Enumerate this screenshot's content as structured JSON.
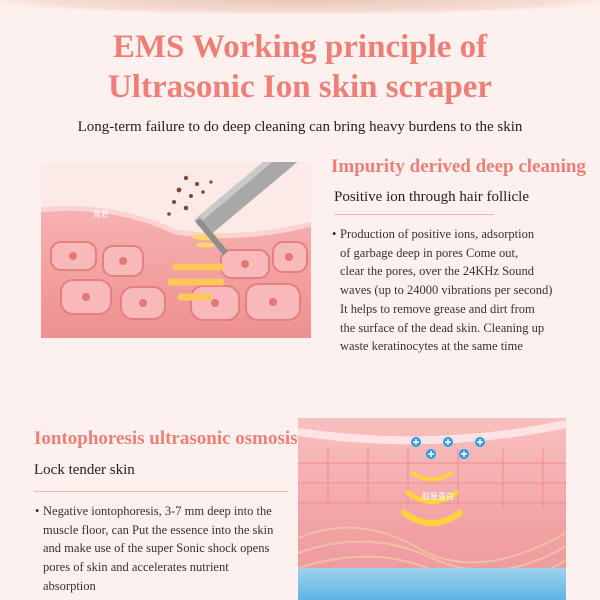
{
  "header": {
    "title_line1": "EMS Working principle of",
    "title_line2": "Ultrasonic Ion skin scraper",
    "subtitle": "Long-term failure to do deep cleaning can bring heavy burdens to the skin"
  },
  "section1": {
    "heading": "Impurity derived deep cleaning",
    "lead": "Positive ion through hair follicle",
    "body": [
      "Production of positive ions, adsorption",
      "of garbage deep in pores Come out,",
      "clear the pores, over the 24KHz Sound",
      "waves (up to 24000 vibrations per second)",
      "It helps to remove grease and dirt from",
      "the surface of the dead skin. Cleaning up",
      "waste keratinocytes at the same time"
    ],
    "image_label": "角质"
  },
  "section2": {
    "heading": "Iontophoresis ultrasonic osmosis",
    "lead": "Lock tender skin",
    "body": [
      "Negative iontophoresis, 3-7 mm deep into the",
      "muscle floor, can Put the essence into the skin",
      "and make use of the super Sonic shock opens",
      "pores of skin and accelerates nutrient",
      "absorption"
    ],
    "image_label": "胶原蛋白"
  },
  "colors": {
    "accent": "#ee7f76",
    "background": "#fdf1ef",
    "skin": "#f3a7a7",
    "ion_blue": "#2e9be8",
    "wave_yellow": "#ffd23e"
  }
}
